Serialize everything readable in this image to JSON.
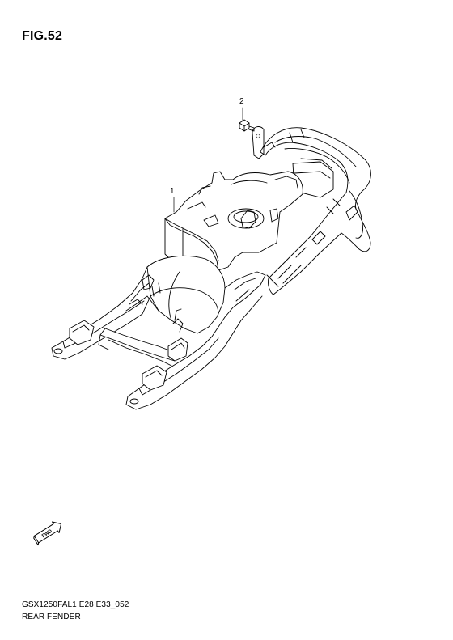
{
  "figure": {
    "label": "FIG.52"
  },
  "callouts": {
    "part_1": "1",
    "part_2": "2"
  },
  "fwd_arrow": {
    "label": "FWD"
  },
  "footer": {
    "code": "GSX1250FAL1 E28 E33_052",
    "name": "REAR FENDER"
  }
}
